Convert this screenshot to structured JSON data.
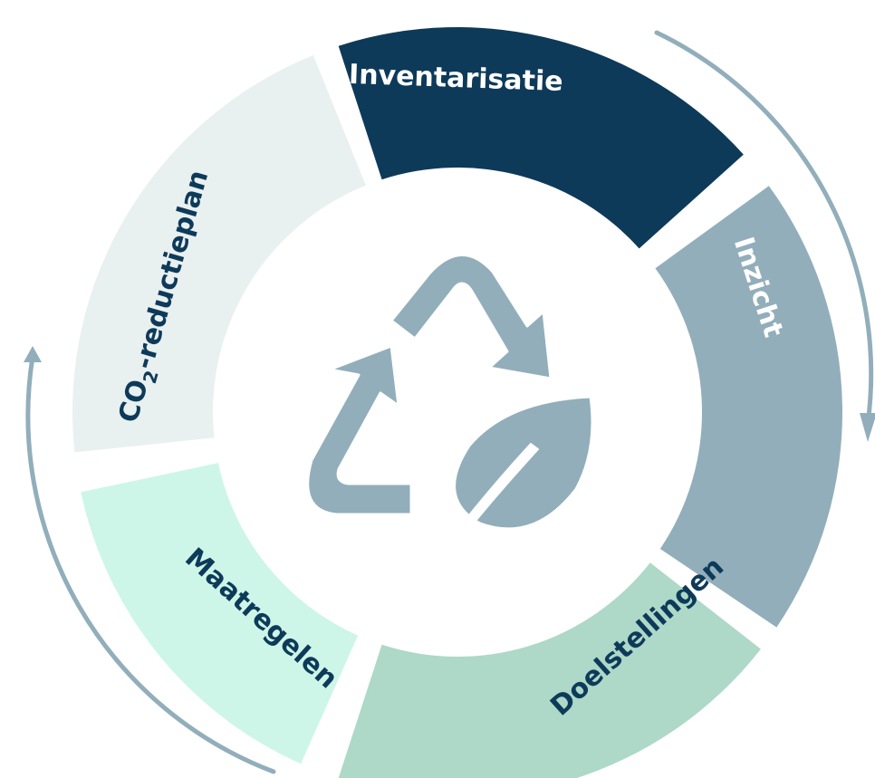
{
  "segments": [
    {
      "label": "Inventarisatie",
      "fill": "#0e3a5a",
      "text_color": "#ffffff"
    },
    {
      "label": "Inzicht",
      "fill": "#92aebb",
      "text_color": "#ffffff"
    },
    {
      "label": "Doelstellingen",
      "fill": "#aed8c7",
      "text_color": "#0e3a5a"
    },
    {
      "label": "Maatregelen",
      "fill": "#cdf6e8",
      "text_color": "#0e3a5a"
    },
    {
      "label_main": "CO",
      "label_sub": "2",
      "label_rest": "-reductieplan",
      "fill": "#e9f0f0",
      "text_color": "#0e3a5a"
    }
  ],
  "colors": {
    "cycle_arrow": "#92aebb",
    "center_icon": "#92aebb",
    "center_background": "#ffffff"
  },
  "icons": {
    "center": "recycle-leaf-icon",
    "right_arrow": "clockwise-arrow-icon",
    "left_arrow": "clockwise-arrow-icon"
  }
}
